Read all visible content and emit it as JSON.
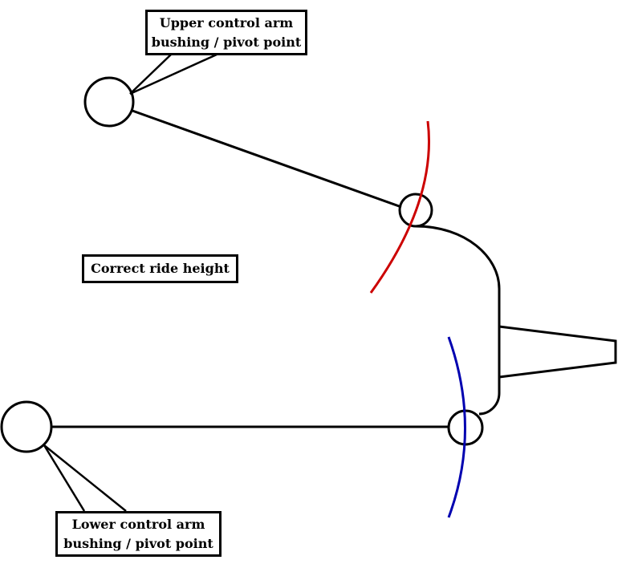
{
  "labels": {
    "upper_pivot": {
      "line1": "Upper control arm",
      "line2": "bushing / pivot point"
    },
    "ride_height": "Correct ride height",
    "lower_pivot": {
      "line1": "Lower control arm",
      "line2": "bushing / pivot point"
    }
  },
  "colors": {
    "line": "#000000",
    "upper_arc": "#cc0000",
    "lower_arc": "#0000b0",
    "background": "#ffffff"
  }
}
